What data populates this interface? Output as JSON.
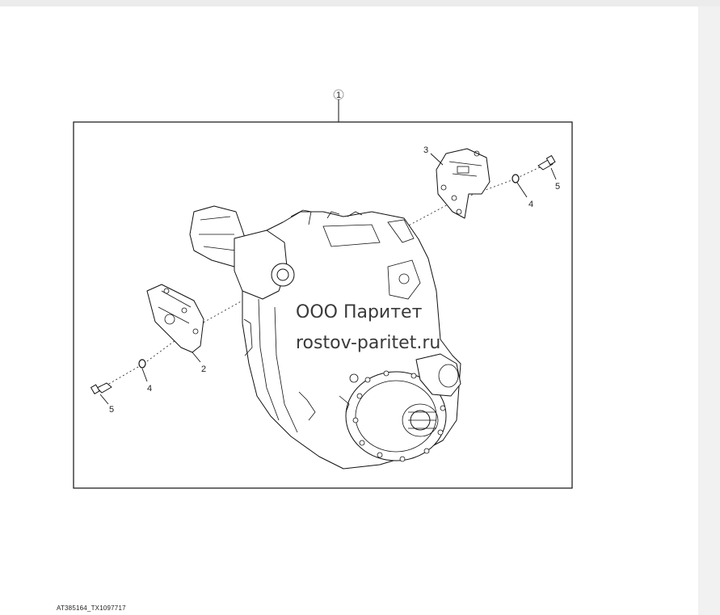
{
  "diagram": {
    "callouts": {
      "assembly": "1",
      "left_bracket": "2",
      "right_bracket": "3",
      "washer_left": "4",
      "washer_right": "4",
      "bolt_left": "5",
      "bolt_right": "5"
    },
    "watermark": {
      "line1": "ООО Паритет",
      "line2": "rostov-paritet.ru"
    },
    "figure_id": "AT385164_TX1097717"
  }
}
